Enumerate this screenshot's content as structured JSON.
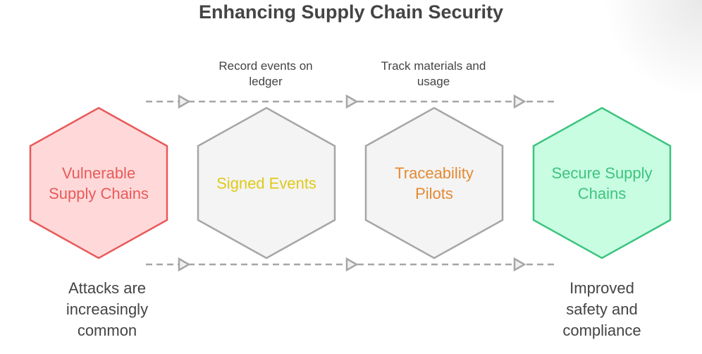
{
  "title": "Enhancing Supply Chain Security",
  "top_labels": [
    {
      "lines": [
        "Record events on",
        "ledger"
      ]
    },
    {
      "lines": [
        "Track materials and",
        "usage"
      ]
    }
  ],
  "hexagons": [
    {
      "lines": [
        "Vulnerable",
        "Supply Chains"
      ],
      "fill": "#ffd9d9",
      "stroke": "#e85a5a",
      "text_color": "#e85a5a"
    },
    {
      "lines": [
        "Signed Events"
      ],
      "fill": "#f4f4f4",
      "stroke": "#a6a6a6",
      "text_color": "#e0c919"
    },
    {
      "lines": [
        "Traceability",
        "Pilots"
      ],
      "fill": "#f4f4f4",
      "stroke": "#a6a6a6",
      "text_color": "#e38a33"
    },
    {
      "lines": [
        "Secure Supply",
        "Chains"
      ],
      "fill": "#c8fde2",
      "stroke": "#3dc47e",
      "text_color": "#3dc47e"
    }
  ],
  "bottom_left": {
    "lines": [
      "Attacks are",
      "increasingly",
      "common"
    ]
  },
  "bottom_right": {
    "lines": [
      "Improved",
      "safety and",
      "compliance"
    ]
  },
  "connector_color": "#a6a6a6"
}
